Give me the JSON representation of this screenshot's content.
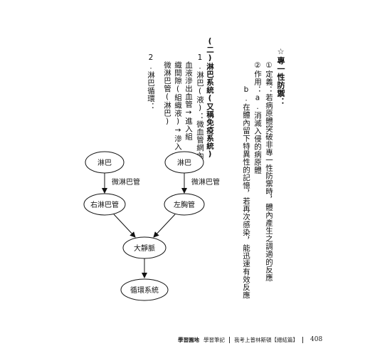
{
  "page": {
    "section_title": "☆專一性防禦：",
    "item_1": "①定義：若病原體突破非專一性防禦時，體內產生之調適的反應",
    "item_2a": "②作用：a.消滅入侵的病原體",
    "item_2b": "b.在體內留下特異性的記憶，若再次感染，能迅速有效反應",
    "lymph_heading": "(二)淋巴系統(又稱免疫系統)",
    "p1_lines": [
      "1.淋巴(液)：微血管網內",
      "血液滲出血管→進入組",
      "織間隙(組織液)→滲入",
      "微淋巴管(淋巴)"
    ],
    "p2_line": "2.淋巴循環："
  },
  "diagram": {
    "nodes": {
      "lymph_left": "淋巴",
      "lymph_right": "淋巴",
      "right_lymph_duct": "右淋巴管",
      "thoracic_duct": "左胸管",
      "vena_cava": "大靜脈",
      "circulatory": "循環系統"
    },
    "edge_labels": {
      "left": "微淋巴管",
      "right": "微淋巴管"
    }
  },
  "footer": {
    "logo": "學習園地",
    "series": "學習筆記",
    "book": "我考上普林斯頓【總結篇】",
    "page_number": "408"
  }
}
